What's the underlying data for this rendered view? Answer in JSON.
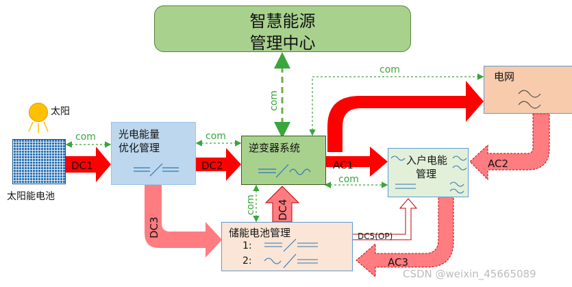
{
  "center": {
    "line1": "智慧能源",
    "line2": "管理中心"
  },
  "sun": {
    "label": "太阳"
  },
  "solar_panel": {
    "label": "太阳能电池"
  },
  "pv_optimizer": {
    "line1": "光电能量",
    "line2": "优化管理"
  },
  "inverter": {
    "label": "逆变器系统"
  },
  "grid": {
    "label": "电网"
  },
  "home": {
    "line1": "入户电能",
    "line2": "管理"
  },
  "battery": {
    "label": "储能电池管理",
    "row1": "1:",
    "row2": "2:"
  },
  "links": {
    "com1": "com",
    "com2": "com",
    "com_top": "com",
    "com_vertical": "com",
    "com_bottom": "com",
    "com_battery": "com",
    "dc1": "DC1",
    "dc2": "DC2",
    "dc3": "DC3",
    "dc4": "DC4",
    "dc5": "DC5(OP)",
    "ac1": "AC1",
    "ac2": "AC2",
    "ac3": "AC3"
  },
  "colors": {
    "center_fill": "#a9d18e",
    "center_border": "#548235",
    "blue_fill": "#bdd7ee",
    "inverter_fill": "#a9d18e",
    "home_fill": "#e2f0d9",
    "grid_fill": "#f8cbad",
    "battery_fill": "#fbe5d6",
    "red_arrow": "#ff0000",
    "pink_arrow": "#ff7c80",
    "com_green": "#3aa53a"
  },
  "watermark": "CSDN @weixin_45665089"
}
